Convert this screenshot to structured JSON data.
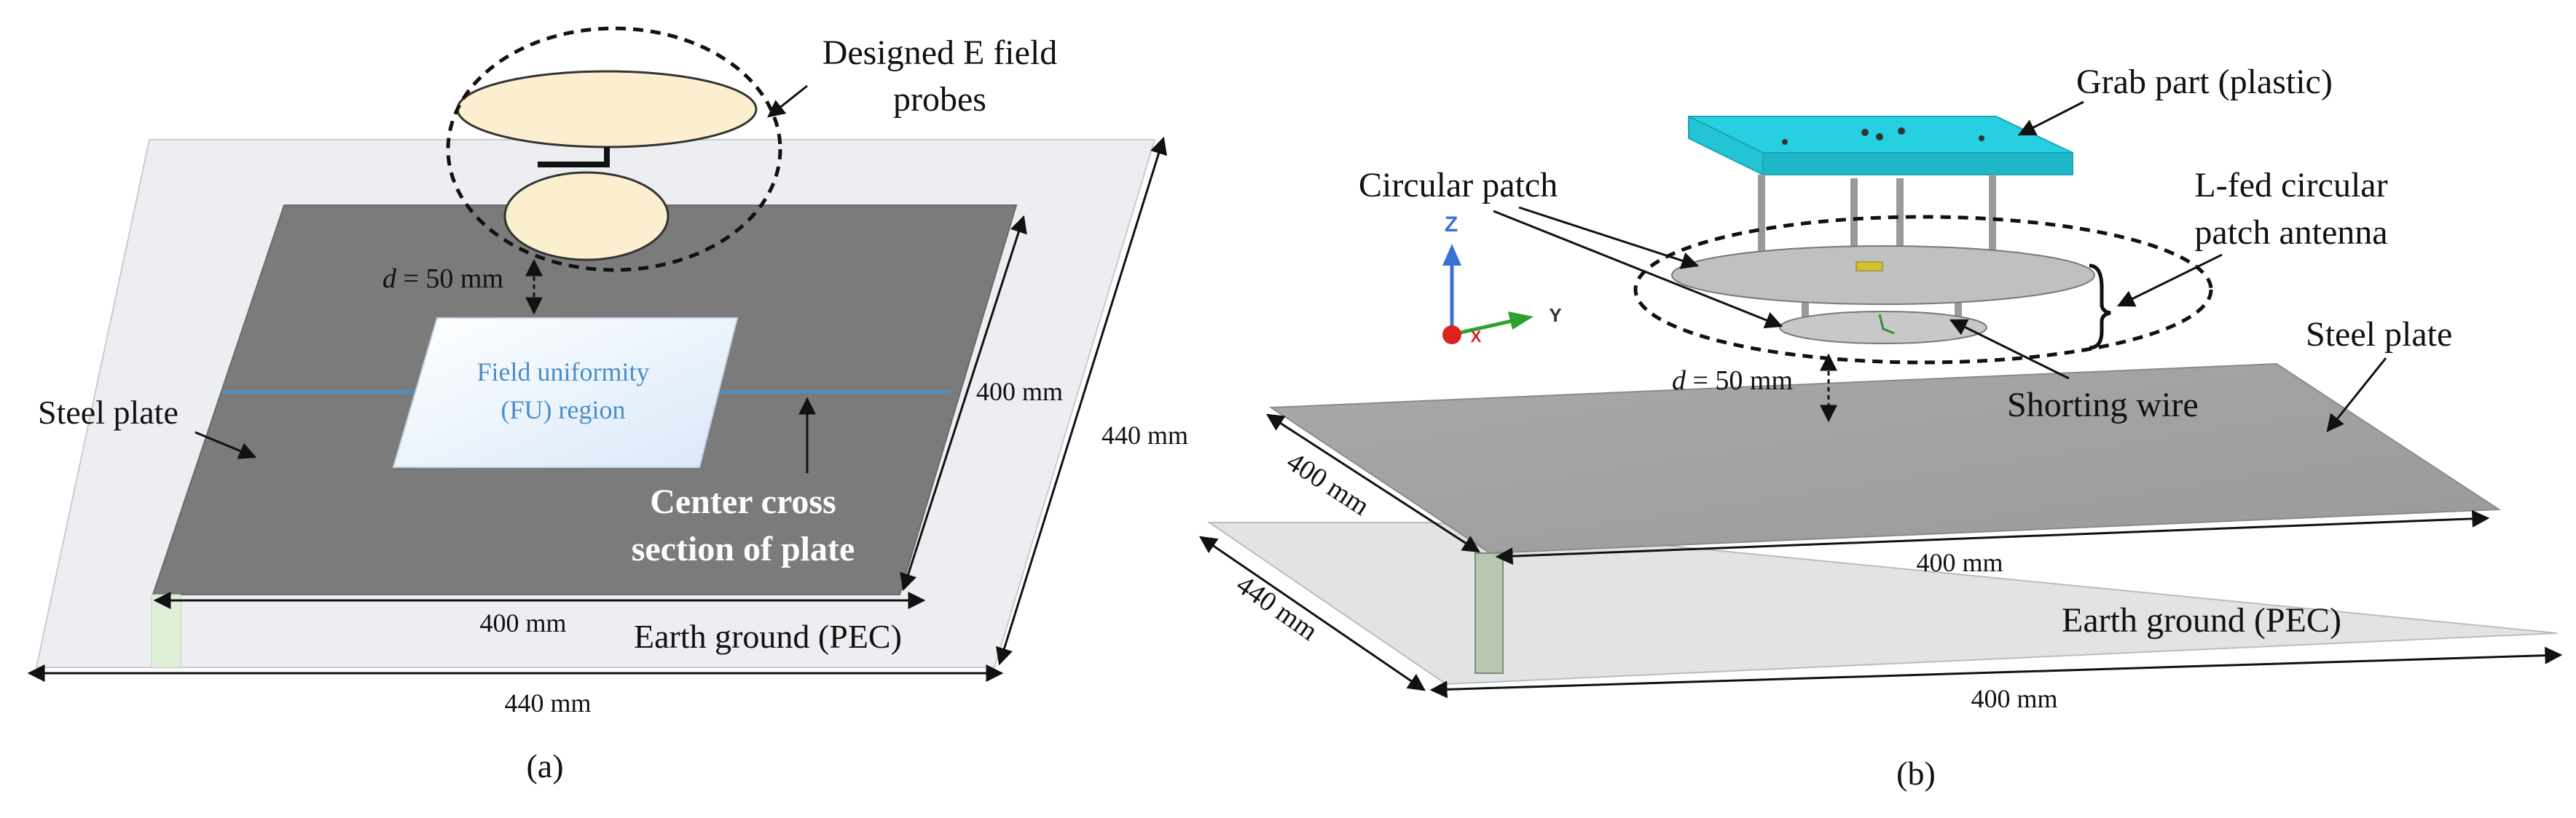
{
  "panel_a": {
    "caption": "(a)",
    "probe_label_1": "Designed E field",
    "probe_label_2": "probes",
    "distance_var": "d",
    "distance_value": "= 50 mm",
    "fu_label_1": "Field uniformity",
    "fu_label_2": "(FU) region",
    "steel_plate": "Steel plate",
    "plate_depth": "400 mm",
    "outer_depth": "440 mm",
    "center_label_1": "Center cross",
    "center_label_2": "section of plate",
    "plate_width": "400 mm",
    "earth_ground": "Earth ground (PEC)",
    "outer_width": "440 mm"
  },
  "panel_b": {
    "caption": "(b)",
    "grab_part": "Grab part (plastic)",
    "circular_patch": "Circular patch",
    "antenna_label_1": "L-fed circular",
    "antenna_label_2": "patch antenna",
    "axis_z": "Z",
    "axis_y": "Y",
    "axis_x": "X",
    "distance_var": "d",
    "distance_value": "= 50 mm",
    "shorting_wire": "Shorting wire",
    "steel_plate": "Steel plate",
    "plate_depth": "400 mm",
    "outer_depth": "440 mm",
    "plate_width": "400 mm",
    "earth_ground": "Earth ground (PEC)",
    "outer_width": "400 mm"
  },
  "colors": {
    "steel_dark": "#7b7b7b",
    "steel_light": "#a3a3a3",
    "ground": "#eaecef",
    "probe": "#fcefd0",
    "fu_blue": "#4a90c8",
    "grab_cyan": "#27d0e0",
    "axis_z": "#3b6fd8",
    "axis_y": "#2ea02e",
    "axis_x": "#e02020"
  }
}
